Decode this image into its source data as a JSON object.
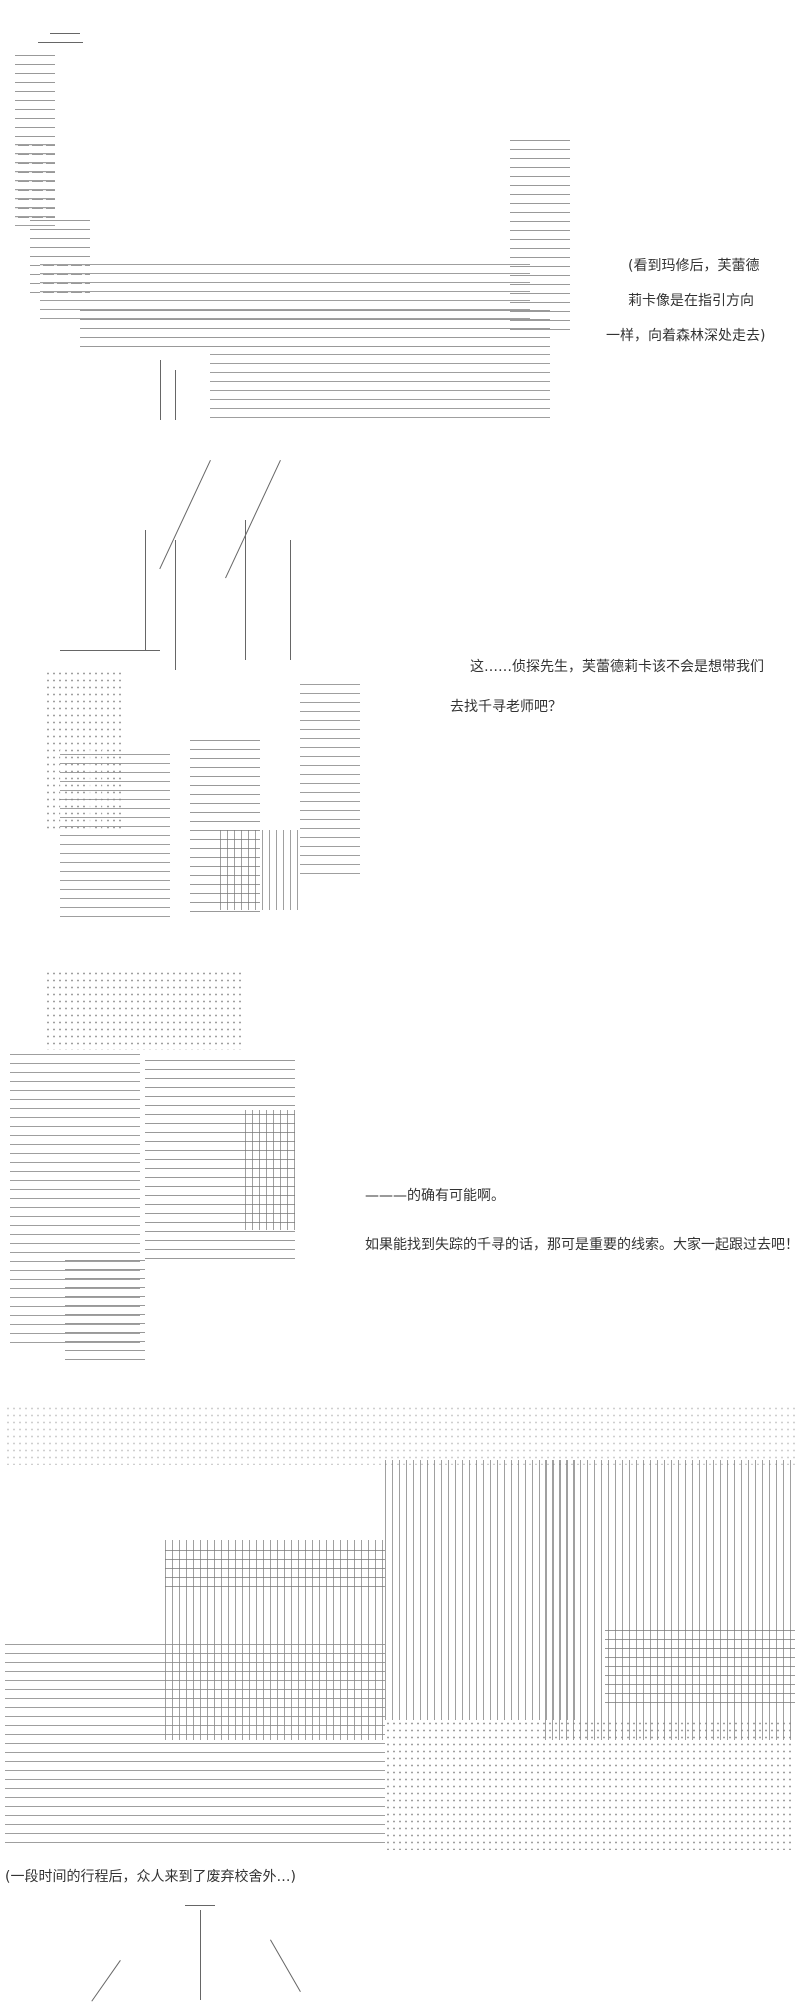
{
  "panels": [
    {
      "art": "forest-creature-ascii-art",
      "caption": [
        "(看到玛修后，芙蕾德",
        "莉卡像是在指引方向",
        "一样，向着森林深处走去)"
      ]
    },
    {
      "art": "character-ascii-art",
      "dialogue": [
        "这……侦探先生，芙蕾德莉卡该不会是想带我们",
        "去找千寻老师吧？"
      ]
    },
    {
      "art": "character-ascii-art-2",
      "dialogue": [
        "———的确有可能啊。",
        "如果能找到失踪的千寻的话，那可是重要的线索。大家一起跟过去吧！"
      ]
    },
    {
      "art": "abandoned-school-ascii-art",
      "caption": [
        "(一段时间的行程后，众人来到了废弃校舍外…)"
      ]
    },
    {
      "art": "partial-ascii-art"
    }
  ]
}
